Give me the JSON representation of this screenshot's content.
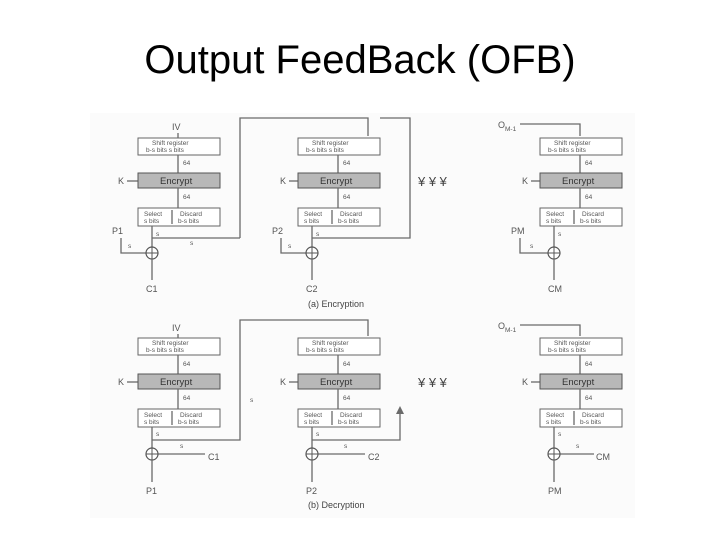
{
  "title": "Output FeedBack (OFB)",
  "figure": {
    "encryption_caption": "(a) Encryption",
    "decryption_caption": "(b) Decryption",
    "shift_register_line1": "Shift register",
    "shift_register_line2": "b-s bits    s bits",
    "encrypt_label": "Encrypt",
    "key_label": "K",
    "select_line1": "Select",
    "select_line2": "s bits",
    "discard_line1": "Discard",
    "discard_line2": "b-s bits",
    "width_64": "64",
    "width_s": "s",
    "iv_label": "IV",
    "o_label": "O",
    "o_subscript": "M-1",
    "ellipsis": "¥  ¥  ¥",
    "enc_plain": [
      "P1",
      "P2",
      "PM"
    ],
    "enc_cipher": [
      "C1",
      "C2",
      "CM"
    ],
    "dec_cipher": [
      "C1",
      "C2",
      "CM"
    ],
    "dec_plain": [
      "P1",
      "P2",
      "PM"
    ]
  },
  "colors": {
    "encrypt_fill": "#b8b8b8",
    "wire": "#6a6a6a"
  }
}
